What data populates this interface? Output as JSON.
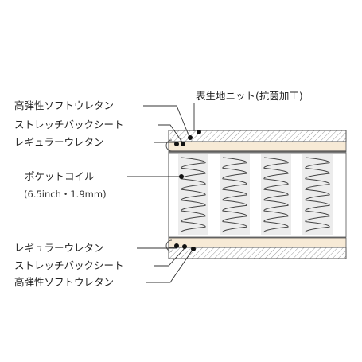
{
  "labels": {
    "outer_fabric": "表生地ニット(抗菌加工)",
    "top_soft_urethane": "高弾性ソフトウレタン",
    "top_stretch_sheet": "ストレッチバックシート",
    "top_regular_urethane": "レギュラーウレタン",
    "pocket_coil": "ポケットコイル",
    "pocket_coil_spec": "(6.5inch・1.9mm)",
    "bottom_regular_urethane": "レギュラーウレタン",
    "bottom_stretch_sheet": "ストレッチバックシート",
    "bottom_soft_urethane": "高弾性ソフトウレタン"
  },
  "colors": {
    "outline": "#555555",
    "urethane_fill": "#f7ead6",
    "coil_column": "#ececec",
    "hatch": "#9a9a9a",
    "text": "#222222"
  }
}
